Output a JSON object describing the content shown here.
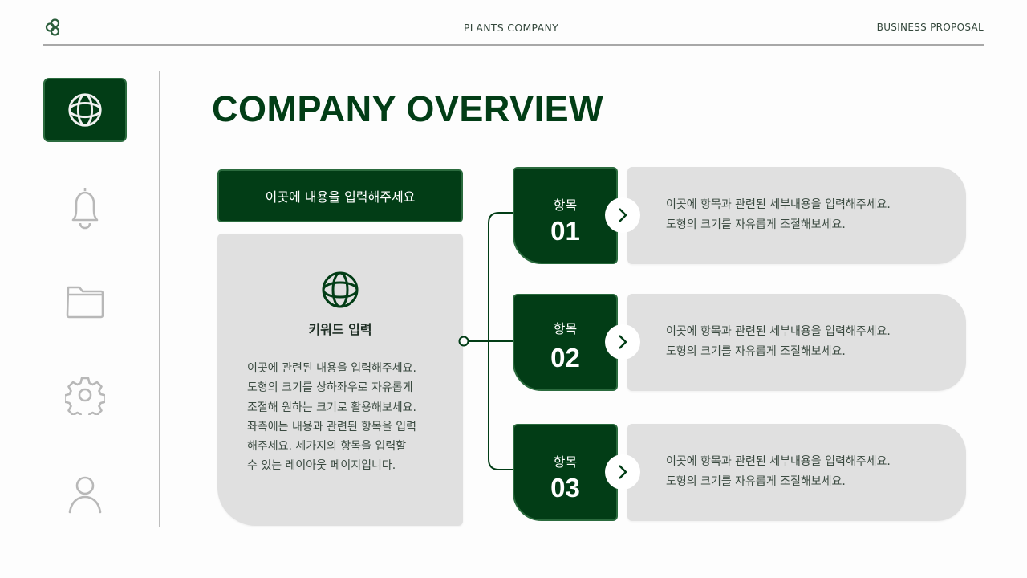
{
  "header": {
    "logo_icon": "three-circles-logo-icon",
    "center_title": "PLANTS COMPANY",
    "right_title": "BUSINESS PROPOSAL"
  },
  "sidebar": {
    "items": [
      {
        "icon": "globe-icon",
        "active": true
      },
      {
        "icon": "bell-icon",
        "active": false
      },
      {
        "icon": "folder-icon",
        "active": false
      },
      {
        "icon": "gear-icon",
        "active": false
      },
      {
        "icon": "user-icon",
        "active": false
      }
    ]
  },
  "main": {
    "title": "COMPANY OVERVIEW",
    "input_banner": "이곳에 내용을 입력해주세요",
    "keyword_card": {
      "icon": "globe-icon",
      "label": "키워드 입력",
      "lines": [
        "이곳에 관련된 내용을 입력해주세요.",
        "도형의 크기를 상하좌우로 자유롭게",
        "조절해 원하는 크기로 활용해보세요.",
        "좌측에는 내용과 관련된 항목을 입력",
        "해주세요. 세가지의 항목을 입력할",
        "수 있는 레이아웃 페이지입니다."
      ]
    },
    "items": [
      {
        "label": "항목",
        "number": "01",
        "line1": "이곳에 항목과 관련된 세부내용을 입력해주세요.",
        "line2": "도형의 크기를 자유롭게 조절해보세요."
      },
      {
        "label": "항목",
        "number": "02",
        "line1": "이곳에 항목과 관련된 세부내용을 입력해주세요.",
        "line2": "도형의 크기를 자유롭게 조절해보세요."
      },
      {
        "label": "항목",
        "number": "03",
        "line1": "이곳에 항목과 관련된 세부내용을 입력해주세요.",
        "line2": "도형의 크기를 자유롭게 조절해보세요."
      }
    ]
  },
  "colors": {
    "primary": "#023d16",
    "primary_border": "#2b6b3e",
    "card_bg": "#e0e0e0",
    "icon_muted": "#b8b8b8",
    "divider": "#a8a8a8"
  }
}
